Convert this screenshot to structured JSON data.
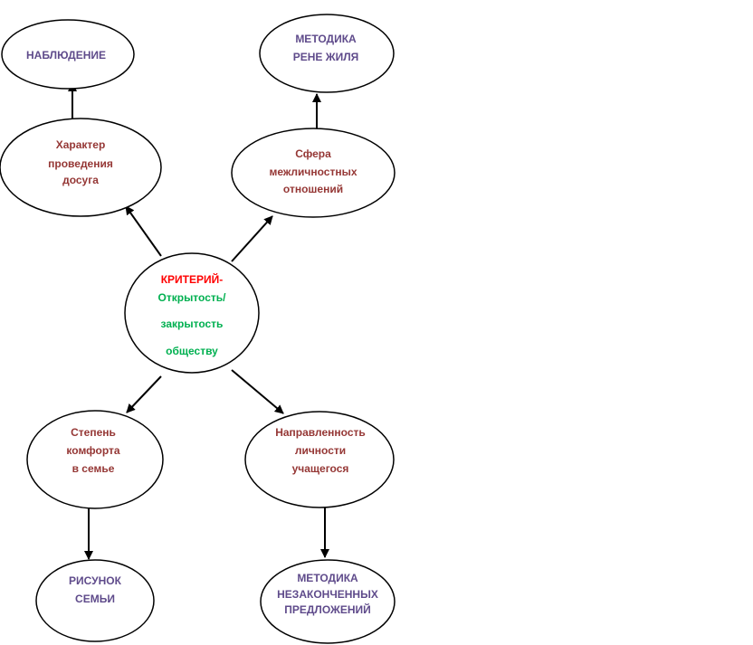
{
  "center": {
    "criterion_label": "КРИТЕРИЙ-",
    "lines": [
      "Открытость/",
      "закрытость",
      "обществу"
    ]
  },
  "nodes": {
    "observation": {
      "lines": [
        "НАБЛЮДЕНИЕ"
      ]
    },
    "leisure": {
      "lines": [
        "Характер",
        "проведения",
        "досуга"
      ]
    },
    "rene_method": {
      "lines": [
        "МЕТОДИКА",
        "РЕНЕ ЖИЛЯ"
      ]
    },
    "interpersonal": {
      "lines": [
        "Сфера",
        "межличностных",
        "отношений"
      ]
    },
    "family_comfort": {
      "lines": [
        "Степень",
        "комфорта",
        "в семье"
      ]
    },
    "family_drawing": {
      "lines": [
        "РИСУНОК",
        "СЕМЬИ"
      ]
    },
    "personality": {
      "lines": [
        "Направленность",
        "личности",
        "учащегося"
      ]
    },
    "sentences_method": {
      "lines": [
        "МЕТОДИКА",
        "НЕЗАКОНЧЕННЫХ",
        "ПРЕДЛОЖЕНИЙ"
      ]
    }
  },
  "colors": {
    "method": "#5f4b8b",
    "criterion_area": "#953735",
    "criterion_label": "#ff0000",
    "criterion_value": "#00b050"
  }
}
